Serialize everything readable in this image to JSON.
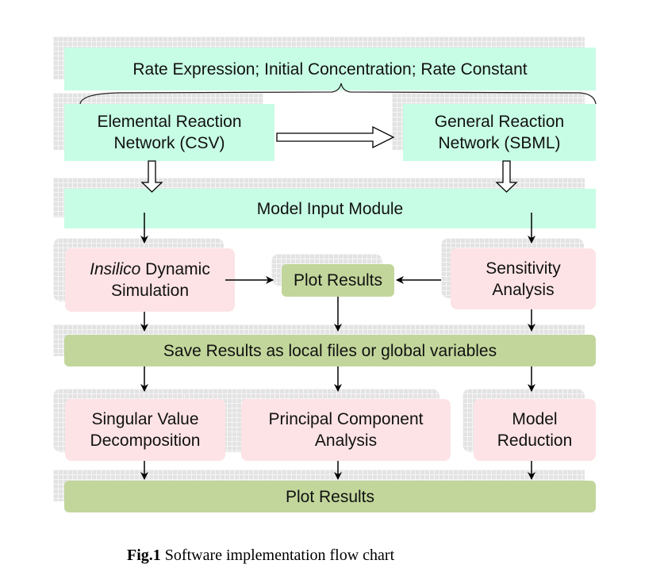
{
  "diagram": {
    "top_box": "Rate Expression; Initial Concentration; Rate Constant",
    "elemental_box": {
      "line1": "Elemental Reaction",
      "line2": "Network (CSV)"
    },
    "general_box": {
      "line1": "General Reaction",
      "line2": "Network (SBML)"
    },
    "model_input": "Model Input Module",
    "insilico_box": {
      "italic": "Insilico",
      "rest": " Dynamic",
      "line2": "Simulation"
    },
    "plot_results_mid": "Plot Results",
    "sensitivity_box": {
      "line1": "Sensitivity",
      "line2": "Analysis"
    },
    "save_results": "Save Results as local files or global variables",
    "svd_box": {
      "line1": "Singular Value",
      "line2": "Decomposition"
    },
    "pca_box": {
      "line1": "Principal Component",
      "line2": "Analysis"
    },
    "reduction_box": {
      "line1": "Model",
      "line2": "Reduction"
    },
    "plot_results_bottom": "Plot Results",
    "colors": {
      "teal": "#c8fde5",
      "pink": "#fde3e5",
      "green": "#c2d69b"
    }
  },
  "caption": {
    "label": "Fig.1",
    "text": " Software implementation flow chart"
  }
}
